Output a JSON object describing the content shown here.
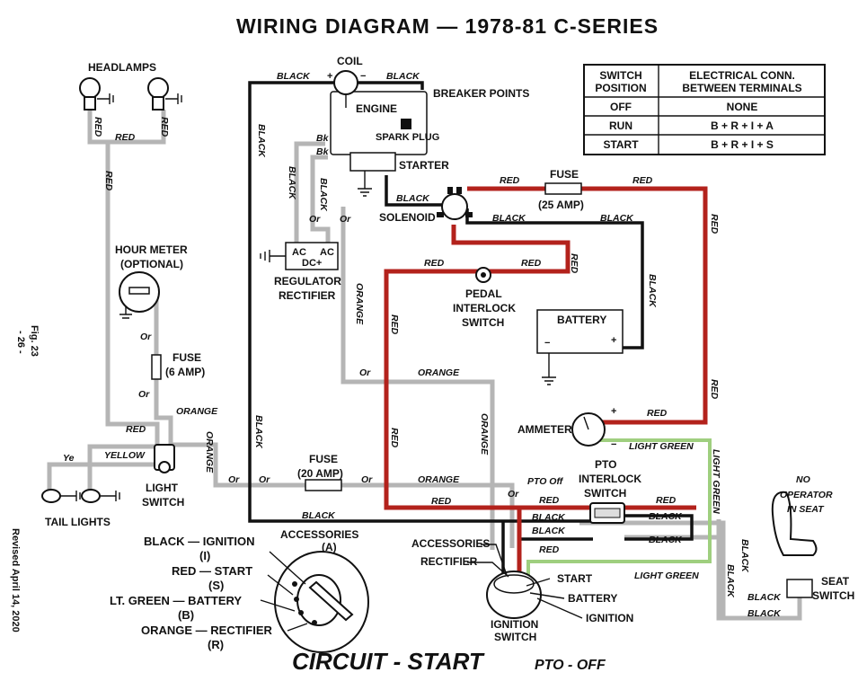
{
  "title": "WIRING DIAGRAM — 1978-81 C-SERIES",
  "footer": {
    "circuit": "CIRCUIT - START",
    "pto": "PTO - OFF"
  },
  "side_notes": {
    "fig": "Fig. 23",
    "page": "- 26 -",
    "revised": "Revised April 14, 2020"
  },
  "switch_table": {
    "headers": [
      "SWITCH POSITION",
      "ELECTRICAL CONN. BETWEEN TERMINALS"
    ],
    "header_lines": [
      [
        "SWITCH",
        "POSITION"
      ],
      [
        "ELECTRICAL CONN.",
        "BETWEEN TERMINALS"
      ]
    ],
    "rows": [
      {
        "position": "OFF",
        "terminals": "NONE"
      },
      {
        "position": "RUN",
        "terminals": "B + R + I + A"
      },
      {
        "position": "START",
        "terminals": "B + R + I + S"
      }
    ]
  },
  "components": {
    "headlamps": "HEADLAMPS",
    "coil": "COIL",
    "coil_minus": "−",
    "coil_plus": "+",
    "breaker_points": "BREAKER POINTS",
    "engine": "ENGINE",
    "spark_plug": "SPARK PLUG",
    "starter": "STARTER",
    "solenoid": "SOLENOID",
    "fuse_25": "FUSE",
    "fuse_25_rating": "(25 AMP)",
    "hour_meter": "HOUR METER",
    "hour_meter_opt": "(OPTIONAL)",
    "regulator": "REGULATOR",
    "rectifier": "RECTIFIER",
    "reg_ac1": "AC",
    "reg_ac2": "AC",
    "reg_dc": "DC+",
    "pedal_interlock": [
      "PEDAL",
      "INTERLOCK",
      "SWITCH"
    ],
    "battery": "BATTERY",
    "battery_minus": "−",
    "battery_plus": "+",
    "fuse_6": "FUSE",
    "fuse_6_rating": "(6 AMP)",
    "ammeter": "AMMETER",
    "ammeter_plus": "+",
    "ammeter_minus": "−",
    "pto_interlock": [
      "PTO",
      "INTERLOCK",
      "SWITCH"
    ],
    "pto_off": "PTO Off",
    "no_operator": [
      "NO",
      "OPERATOR",
      "IN SEAT"
    ],
    "seat_switch": [
      "SEAT",
      "SWITCH"
    ],
    "light_switch": [
      "LIGHT",
      "SWITCH"
    ],
    "tail_lights": "TAIL LIGHTS",
    "fuse_20": "FUSE",
    "fuse_20_rating": "(20 AMP)",
    "accessories_top": "ACCESSORIES",
    "accessories_top_a": "(A)",
    "accessories": "ACCESSORIES",
    "rectifier_term": "RECTIFIER",
    "start_term": "START",
    "battery_term": "BATTERY",
    "ignition_term": "IGNITION",
    "ignition_switch": [
      "IGNITION",
      "SWITCH"
    ]
  },
  "key_legend": [
    {
      "line": "BLACK — IGNITION",
      "code": "(I)"
    },
    {
      "line": "RED — START",
      "code": "(S)"
    },
    {
      "line": "LT. GREEN — BATTERY",
      "code": "(B)"
    },
    {
      "line": "ORANGE — RECTIFIER",
      "code": "(R)"
    }
  ],
  "wire_labels": {
    "black": "BLACK",
    "red": "RED",
    "orange": "ORANGE",
    "yellow": "YELLOW",
    "light_green": "LIGHT GREEN",
    "or": "Or",
    "ye": "Ye",
    "bk": "Bk"
  }
}
